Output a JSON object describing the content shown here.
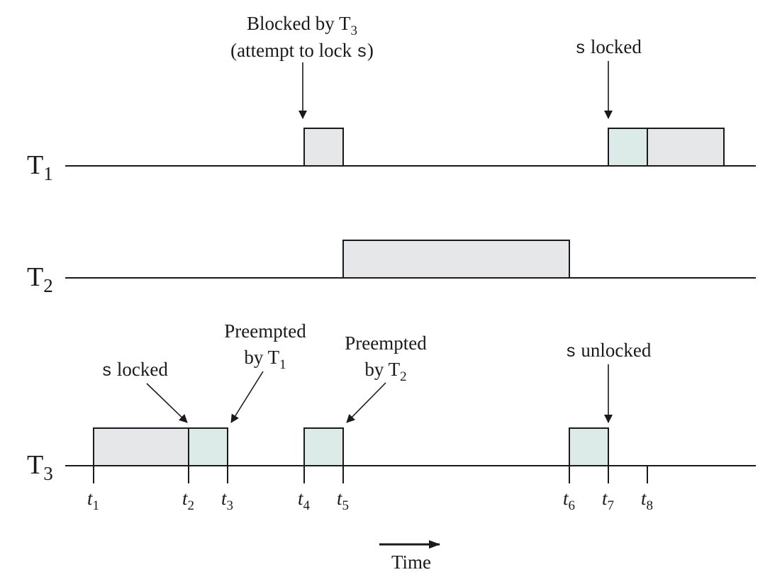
{
  "colors": {
    "normal": "#e6e7e9",
    "critical": "#dceae8",
    "ink": "#1a1a1a"
  },
  "tasks": [
    {
      "id": "T1",
      "base": "T",
      "sub": "1"
    },
    {
      "id": "T2",
      "base": "T",
      "sub": "2"
    },
    {
      "id": "T3",
      "base": "T",
      "sub": "3"
    }
  ],
  "segments": [
    {
      "task": "T1",
      "from": "t4",
      "to": "t5",
      "kind": "normal"
    },
    {
      "task": "T1",
      "from": "t7",
      "to": "t8",
      "kind": "critical"
    },
    {
      "task": "T1",
      "from": "t8",
      "to": "end",
      "kind": "normal"
    },
    {
      "task": "T2",
      "from": "t5",
      "to": "t6",
      "kind": "normal"
    },
    {
      "task": "T3",
      "from": "t1",
      "to": "t2",
      "kind": "normal"
    },
    {
      "task": "T3",
      "from": "t2",
      "to": "t3",
      "kind": "critical"
    },
    {
      "task": "T3",
      "from": "t4",
      "to": "t5",
      "kind": "critical"
    },
    {
      "task": "T3",
      "from": "t6",
      "to": "t7",
      "kind": "critical"
    }
  ],
  "ticks": [
    {
      "id": "t1",
      "base": "t",
      "sub": "1"
    },
    {
      "id": "t2",
      "base": "t",
      "sub": "2"
    },
    {
      "id": "t3",
      "base": "t",
      "sub": "3"
    },
    {
      "id": "t4",
      "base": "t",
      "sub": "4"
    },
    {
      "id": "t5",
      "base": "t",
      "sub": "5"
    },
    {
      "id": "t6",
      "base": "t",
      "sub": "6"
    },
    {
      "id": "t7",
      "base": "t",
      "sub": "7"
    },
    {
      "id": "t8",
      "base": "t",
      "sub": "8"
    }
  ],
  "annotations": {
    "blocked": {
      "line1_text": "Blocked by ",
      "line1_T": "T",
      "line1_sub": "3",
      "line2_a": "(attempt to lock ",
      "line2_s": "s",
      "line2_b": ")"
    },
    "t1_locked": {
      "s": "s",
      "rest": " locked"
    },
    "t3_locked": {
      "s": "s",
      "rest": " locked"
    },
    "preempt1": {
      "line1": "Preempted",
      "line2_a": "by ",
      "line2_T": "T",
      "line2_sub": "1"
    },
    "preempt2": {
      "line1": "Preempted",
      "line2_a": "by ",
      "line2_T": "T",
      "line2_sub": "2"
    },
    "unlocked": {
      "s": "s",
      "rest": " unlocked"
    }
  },
  "time_label": "Time"
}
